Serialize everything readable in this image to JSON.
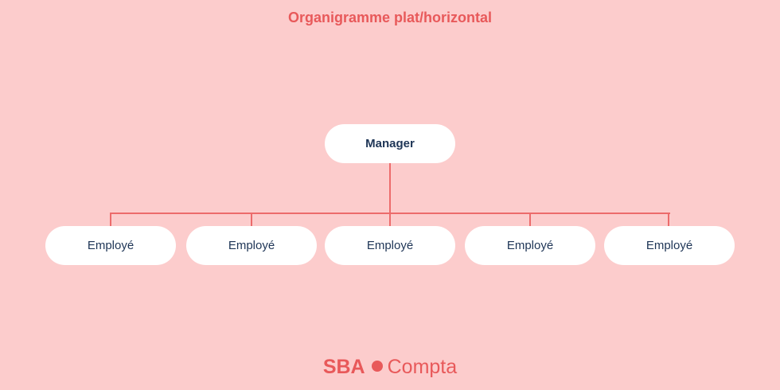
{
  "title": "Organigramme plat/horizontal",
  "colors": {
    "background": "#fccccc",
    "accent": "#e8595a",
    "connector": "#ec6b6b",
    "node_fill": "#ffffff",
    "node_text": "#1e3556"
  },
  "chart": {
    "manager": {
      "label": "Manager"
    },
    "employees": [
      {
        "label": "Employé"
      },
      {
        "label": "Employé"
      },
      {
        "label": "Employé"
      },
      {
        "label": "Employé"
      },
      {
        "label": "Employé"
      }
    ]
  },
  "footer": {
    "brand": "SBA",
    "separator_icon": "filled-circle",
    "product": "Compta"
  }
}
